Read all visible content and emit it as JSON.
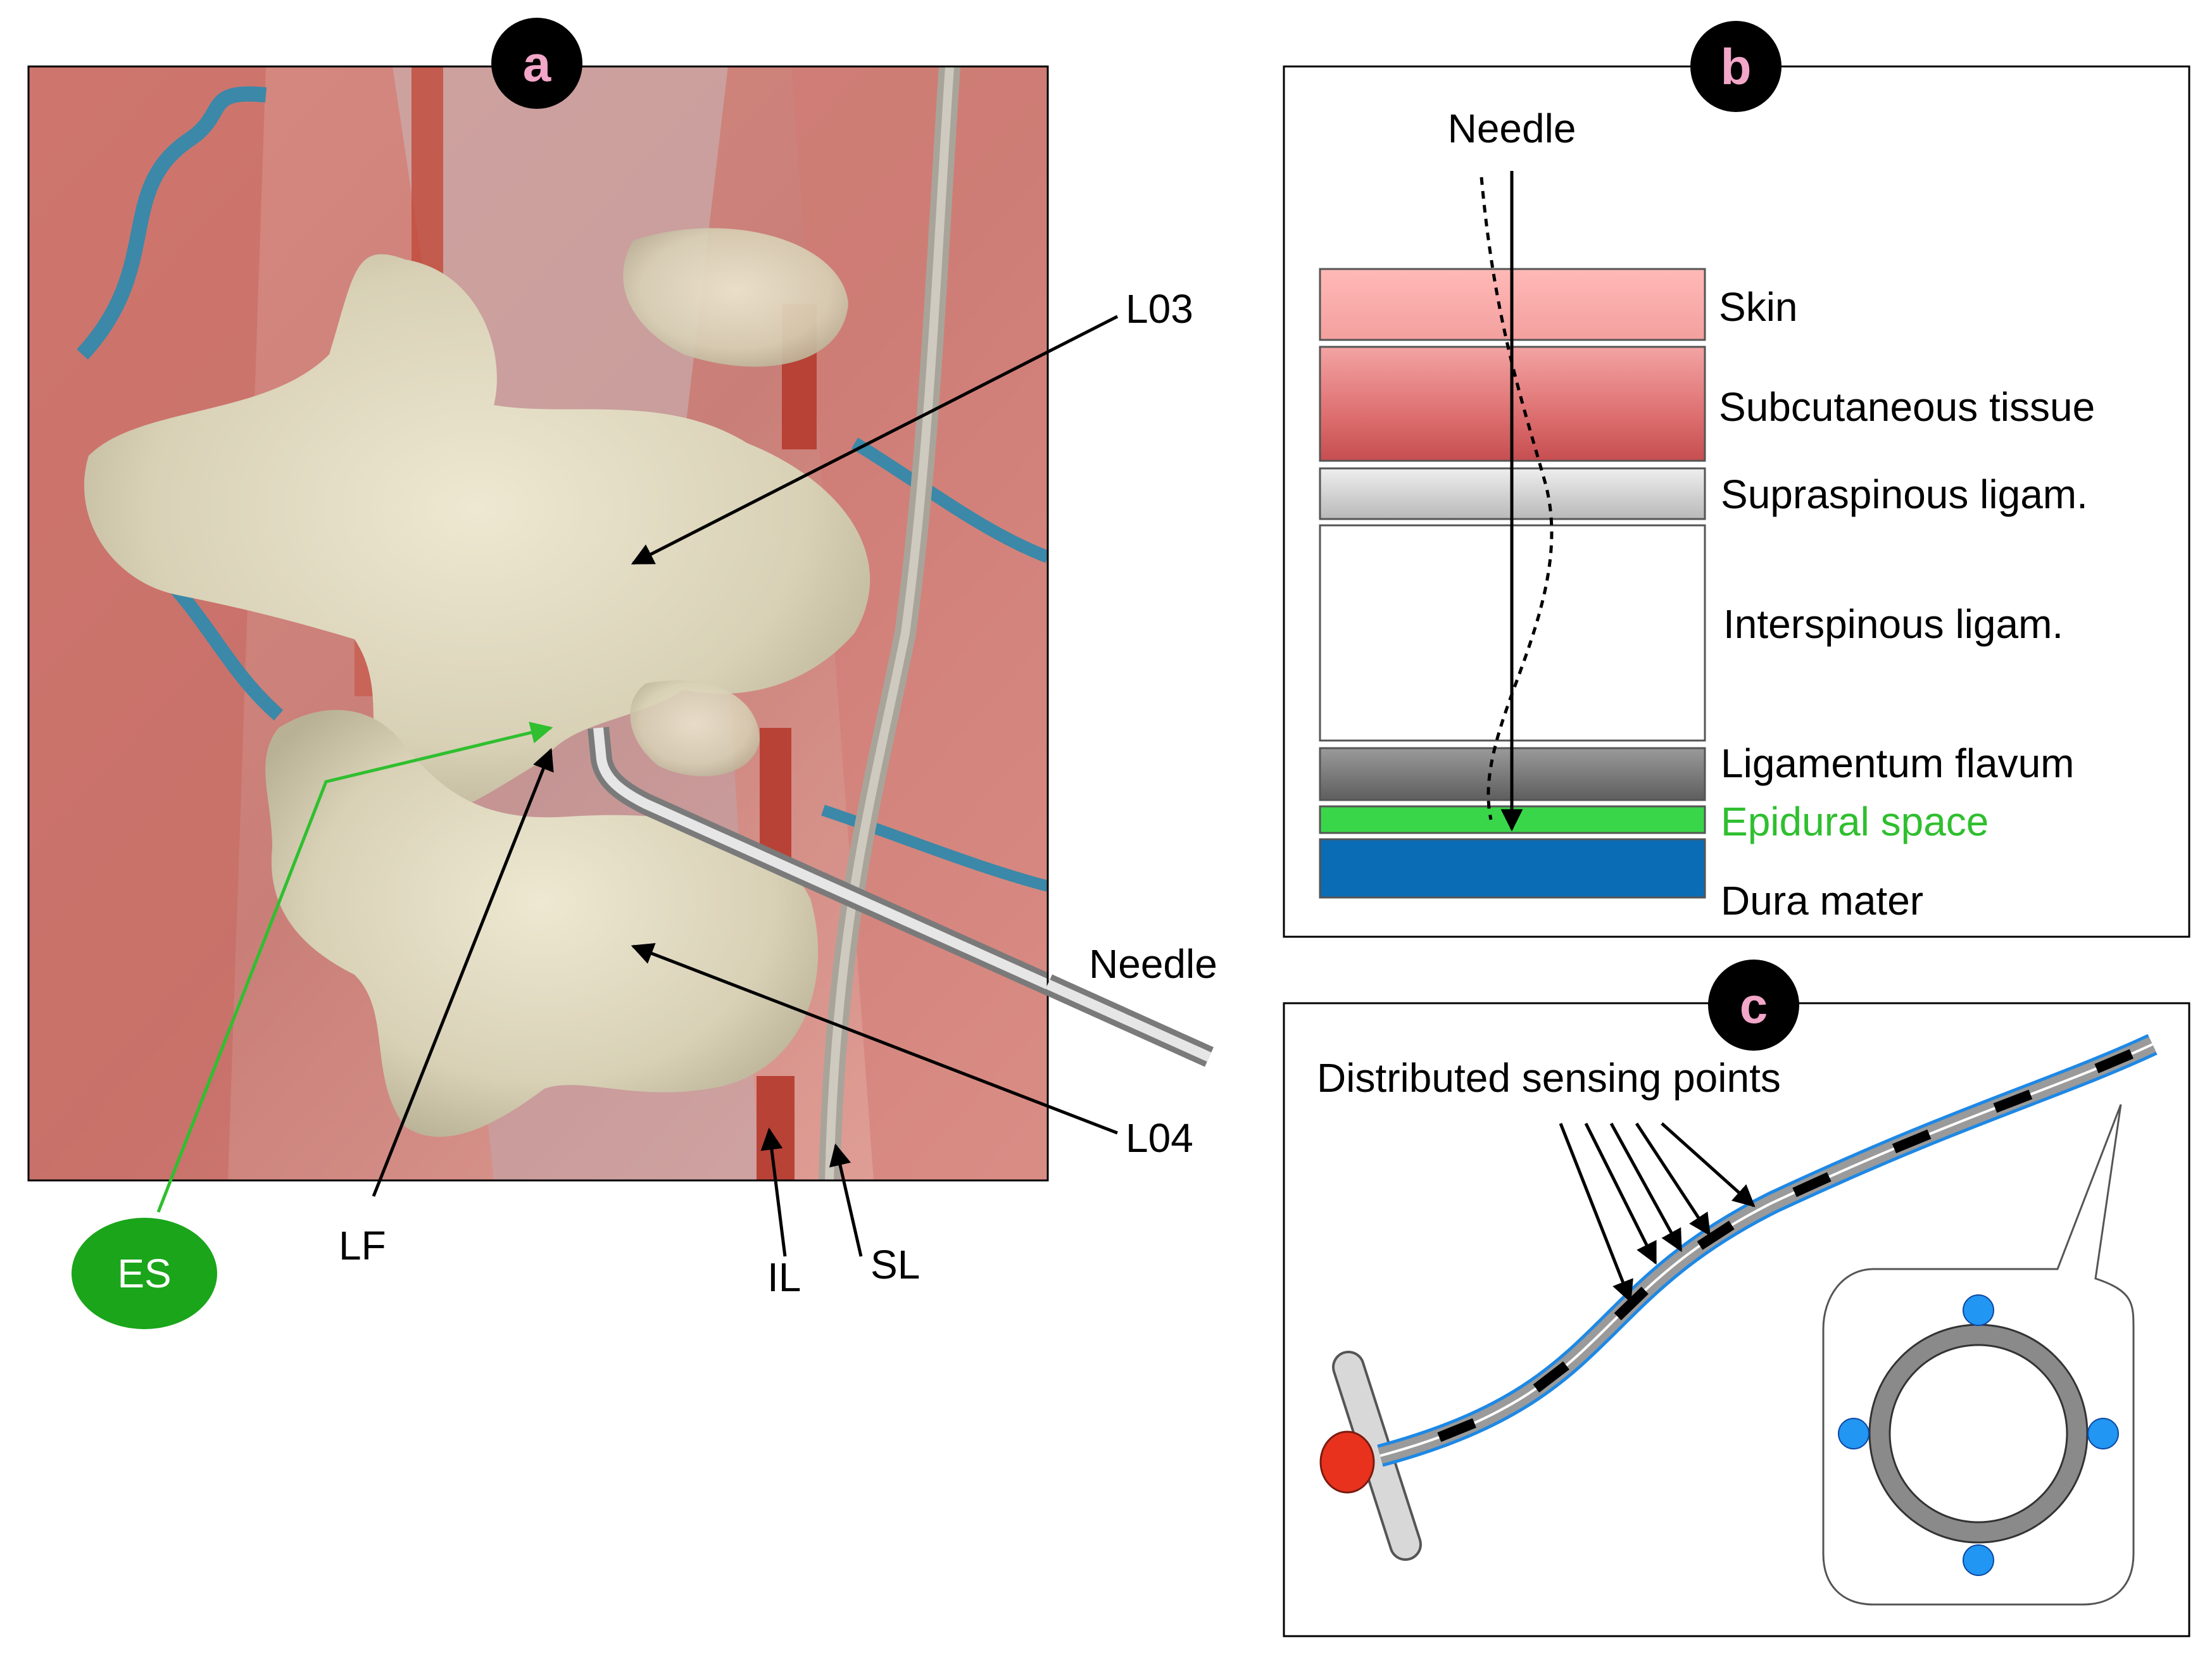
{
  "panels": {
    "a": {
      "badge": "a",
      "labels": {
        "l03": "L03",
        "l04": "L04",
        "needle": "Needle",
        "lf": "LF",
        "il": "IL",
        "sl": "SL",
        "es": "ES"
      }
    },
    "b": {
      "badge": "b",
      "needle_label": "Needle",
      "layers": [
        {
          "name": "Skin",
          "color": "#f7a8a8"
        },
        {
          "name": "Subcutaneous tissue",
          "color": "#d9666a"
        },
        {
          "name": "Supraspinous ligam.",
          "color": "#c8c8c8"
        },
        {
          "name": "Interspinous ligam.",
          "color": "#ffffff"
        },
        {
          "name": "Ligamentum flavum",
          "color": "#7a7a7a"
        },
        {
          "name": "Epidural space",
          "color": "#3ad64a"
        },
        {
          "name": "Dura mater",
          "color": "#0b6cb6"
        }
      ]
    },
    "c": {
      "badge": "c",
      "sensing_label": "Distributed sensing points"
    }
  },
  "colors": {
    "badge_bg": "#000000",
    "badge_text": "#f2a6c8",
    "epidural_green": "#2fbf2f",
    "sensor_blue": "#2196f3",
    "fiber_blue": "#1e88e5",
    "red_connector": "#e8321e"
  }
}
